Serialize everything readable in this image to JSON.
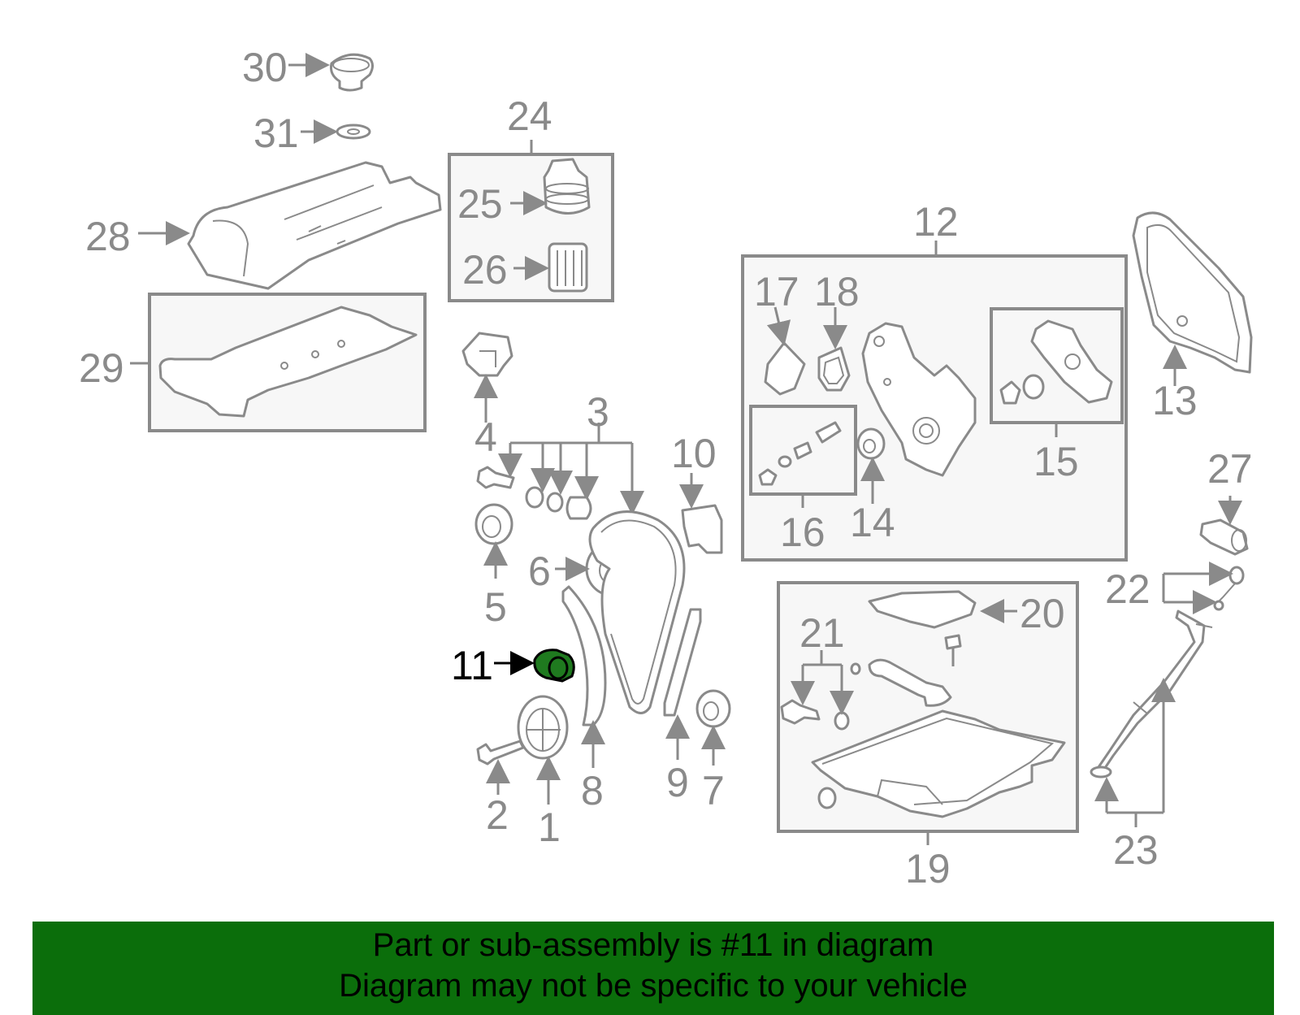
{
  "labels": {
    "p1": "1",
    "p2": "2",
    "p3": "3",
    "p4": "4",
    "p5": "5",
    "p6": "6",
    "p7": "7",
    "p8": "8",
    "p9": "9",
    "p10": "10",
    "p11": "11",
    "p12": "12",
    "p13": "13",
    "p14": "14",
    "p15": "15",
    "p16": "16",
    "p17": "17",
    "p18": "18",
    "p19": "19",
    "p20": "20",
    "p21": "21",
    "p22": "22",
    "p23": "23",
    "p24": "24",
    "p25": "25",
    "p26": "26",
    "p27": "27",
    "p28": "28",
    "p29": "29",
    "p30": "30",
    "p31": "31"
  },
  "highlight": {
    "part_number": "11",
    "color": "#1f7a1f"
  },
  "banner": {
    "line1": "Part or sub-assembly is #11 in diagram",
    "line2": "Diagram may not be specific to your vehicle",
    "background": "#0b6e0b"
  }
}
